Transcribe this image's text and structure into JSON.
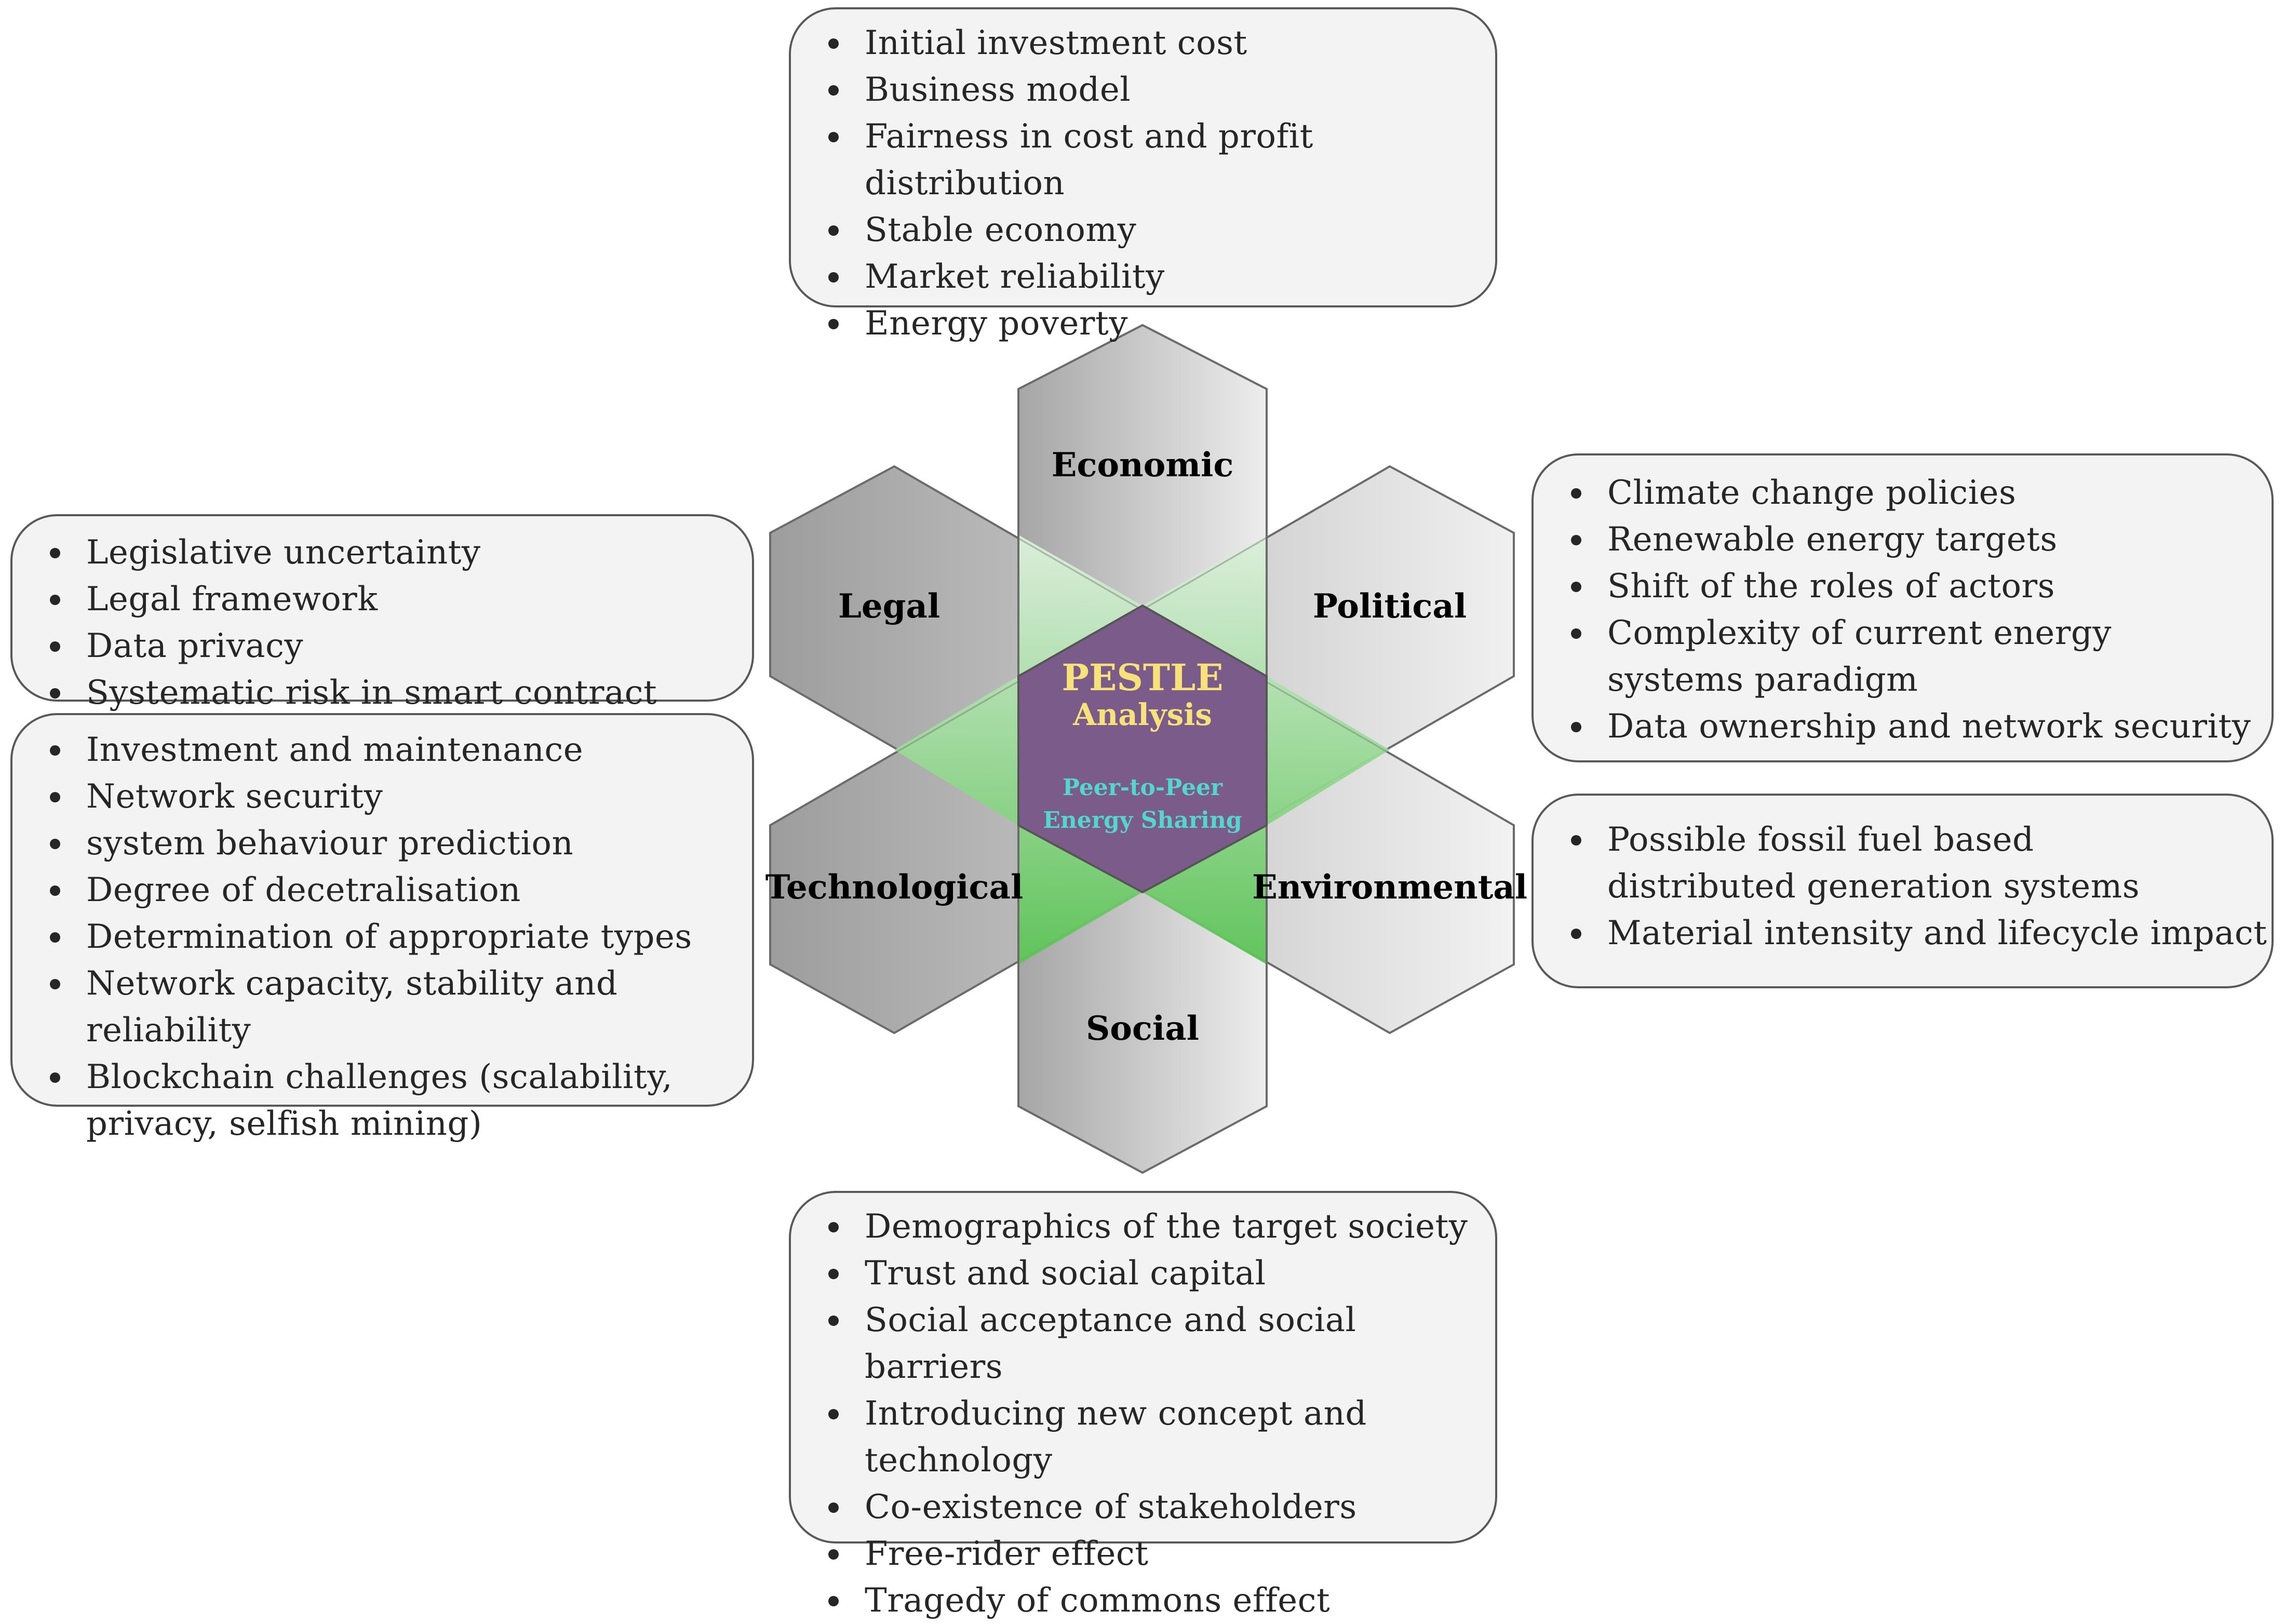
{
  "factors": {
    "economic": {
      "label": "Economic",
      "items": [
        "Initial investment cost",
        "Business model",
        "Fairness in cost and profit distribution",
        "Stable economy",
        "Market reliability",
        "Energy poverty"
      ]
    },
    "political": {
      "label": "Political",
      "items": [
        "Climate change policies",
        "Renewable energy targets",
        "Shift of the roles of actors",
        "Complexity of current energy systems paradigm",
        "Data ownership and network security"
      ]
    },
    "legal": {
      "label": "Legal",
      "items": [
        "Legislative uncertainty",
        "Legal framework",
        "Data privacy",
        "Systematic risk in smart contract"
      ]
    },
    "technological": {
      "label": "Technological",
      "items": [
        "Investment and maintenance",
        "Network security",
        "system behaviour prediction",
        "Degree of decetralisation",
        "Determination of appropriate types",
        "Network capacity, stability and reliability",
        "Blockchain challenges (scalability, privacy, selfish mining)"
      ]
    },
    "environmental": {
      "label": "Environmental",
      "items": [
        "Possible fossil fuel based distributed generation systems",
        "Material intensity and lifecycle impact"
      ]
    },
    "social": {
      "label": "Social",
      "items": [
        "Demographics of the target society",
        "Trust and social capital",
        "Social acceptance and social barriers",
        "Introducing new concept and technology",
        "Co-existence of stakeholders",
        "Free-rider effect",
        "Tragedy of commons effect"
      ]
    }
  },
  "center": {
    "title": "PESTLE",
    "subtitle": "Analysis",
    "topic_line1": "Peer-to-Peer",
    "topic_line2": "Energy Sharing"
  },
  "colors": {
    "center": "#7b5b8a",
    "center_title": "#f7e27a",
    "center_topic": "#53d6cf",
    "overlap_green": "#6cc866",
    "hex_gray": "#bdbdbd",
    "box_fill": "#f4f3f3",
    "box_border": "#595959"
  }
}
